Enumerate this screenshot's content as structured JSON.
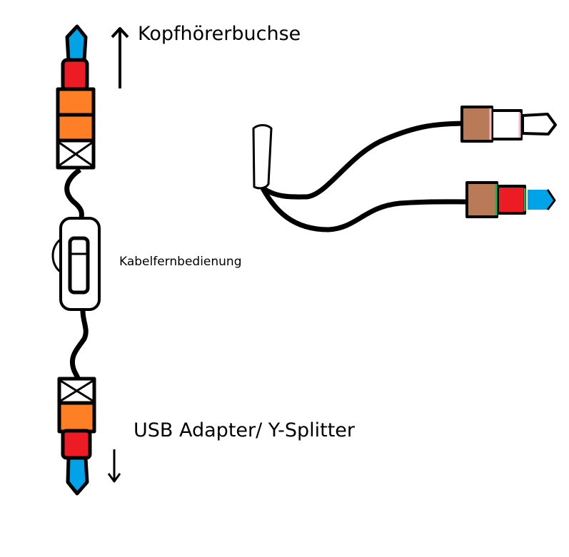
{
  "labels": {
    "headphone_jack": "Kopfhörerbuchse",
    "cable_remote": "Kabelfernbedienung",
    "usb_adapter": "USB Adapter/ Y-Splitter"
  },
  "colors": {
    "tip_blue": "#00a2e8",
    "ring_red": "#ed1c24",
    "sleeve_orange": "#ff7f27",
    "plug_brown": "#b97a57",
    "pink_ring": "#f5b8cf",
    "green_ring": "#22b14c",
    "cable": "#000000"
  }
}
